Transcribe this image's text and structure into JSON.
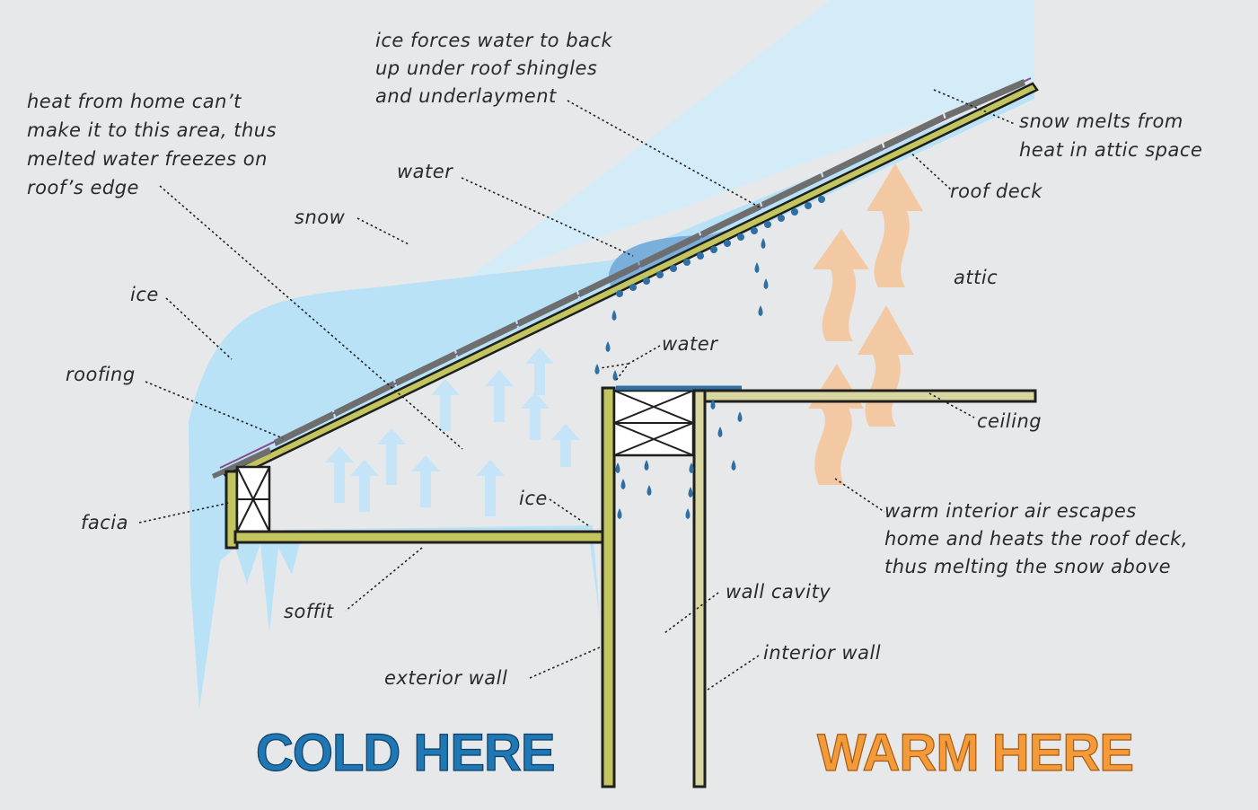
{
  "labels": {
    "ice_forces_1": "ice forces water to back",
    "ice_forces_2": "up under roof shingles",
    "ice_forces_3": "and underlayment",
    "heat_1": "heat from home can’t",
    "heat_2": "make it to this area, thus",
    "heat_3": "melted water freezes on",
    "heat_4": "roof’s edge",
    "snow_melts_1": "snow melts from",
    "snow_melts_2": "heat in attic space",
    "water_top": "water",
    "snow": "snow",
    "roof_deck": "roof deck",
    "attic": "attic",
    "ice_left": "ice",
    "roofing": "roofing",
    "water_mid": "water",
    "ceiling": "ceiling",
    "ice_mid": "ice",
    "facia": "facia",
    "warm_1": "warm interior air escapes",
    "warm_2": "home and heats the roof deck,",
    "warm_3": "thus melting the snow above",
    "soffit": "soffit",
    "wall_cavity": "wall cavity",
    "interior_wall": "interior wall",
    "exterior_wall": "exterior wall",
    "cold_here": "COLD HERE",
    "warm_here": "WARM HERE"
  },
  "colors": {
    "background": "#e7e8ea",
    "snow": "#d4ecf8",
    "ice": "#b9e2f7",
    "water": "#5d9bd0",
    "wood": "#c3c65f",
    "interior_wood": "#d8d7a2",
    "warm_arrows": "#f3c9a4",
    "cold_arrows": "#c6e4f7",
    "cold_text": "#1f77b4",
    "warm_text": "#f39a3a"
  }
}
